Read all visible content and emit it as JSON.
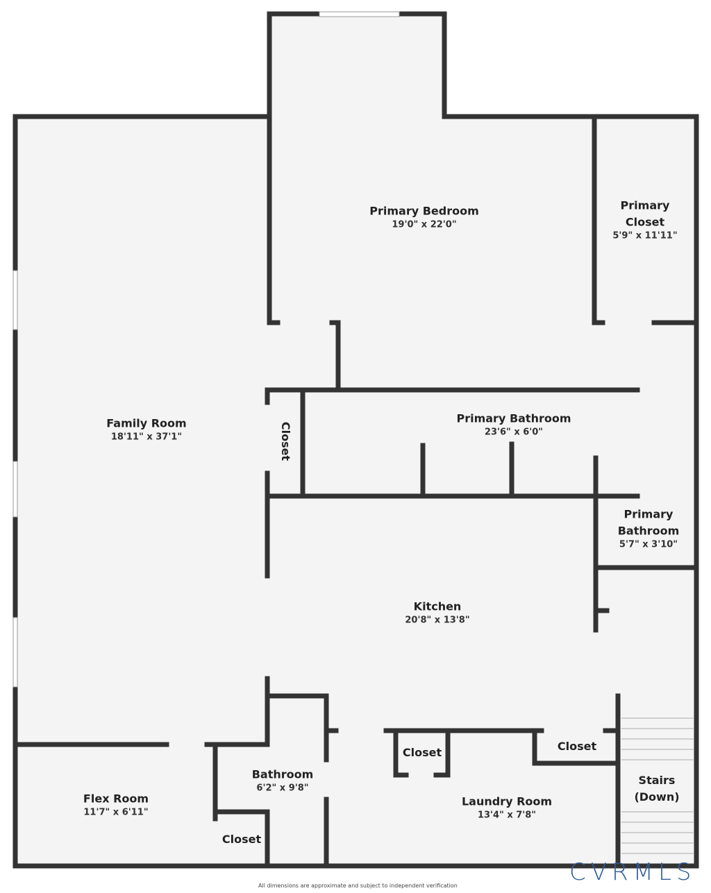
{
  "rooms": [
    {
      "name": "Primary Bedroom",
      "dims": "19'0\" x 22'0\""
    },
    {
      "name": "Primary Closet",
      "dims": "5'9\" x 11'11\""
    },
    {
      "name": "Family Room",
      "dims": "18'11\" x 37'1\""
    },
    {
      "name": "Primary Bathroom",
      "dims": "23'6\" x 6'0\""
    },
    {
      "name": "Primary Bathroom",
      "dims": "5'7\" x 3'10\""
    },
    {
      "name": "Kitchen",
      "dims": "20'8\" x 13'8\""
    },
    {
      "name": "Bathroom",
      "dims": "6'2\" x 9'8\""
    },
    {
      "name": "Flex Room",
      "dims": "11'7\" x 6'11\""
    },
    {
      "name": "Laundry Room",
      "dims": "13'4\" x 7'8\""
    }
  ],
  "labels": {
    "closet_vertical": "Closet",
    "closet_flex": "Closet",
    "closet_laundry_left": "Closet",
    "closet_laundry_right": "Closet",
    "stairs": "Stairs",
    "stairs_sub": "(Down)"
  },
  "footer": {
    "disclaimer": "All dimensions are approximate and subject to independent verification",
    "logo": "CVRMLS"
  },
  "colors": {
    "wall": "#333333",
    "floor": "#f4f4f4",
    "logo": "#2f5d9b"
  }
}
